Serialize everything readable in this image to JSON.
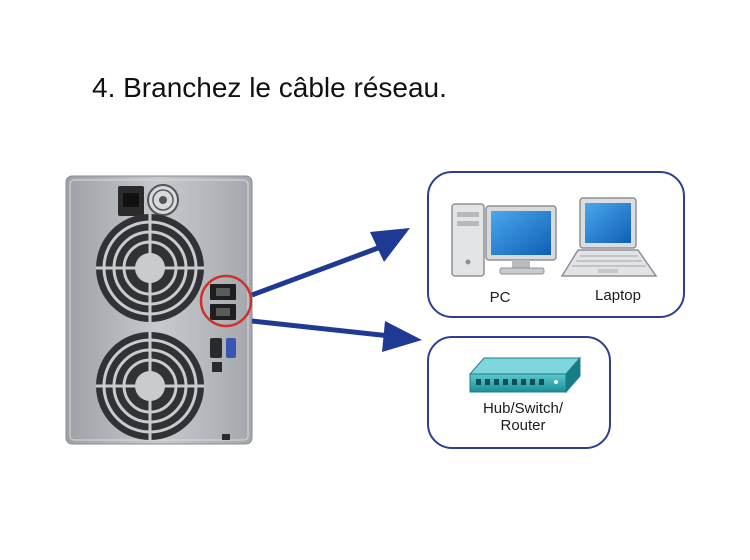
{
  "step_title": "4. Branchez le câble réseau.",
  "devices": {
    "pc_label": "PC",
    "laptop_label": "Laptop",
    "hub_label_line1": "Hub/Switch/",
    "hub_label_line2": "Router"
  },
  "colors": {
    "arrow": "#1f3a94",
    "box_border": "#2f3f8f",
    "nas_body": "#b9bcc0",
    "highlight_circle": "#d0302a",
    "monitor_screen": "#1d7fd1",
    "switch_body": "#2aa6b0"
  }
}
